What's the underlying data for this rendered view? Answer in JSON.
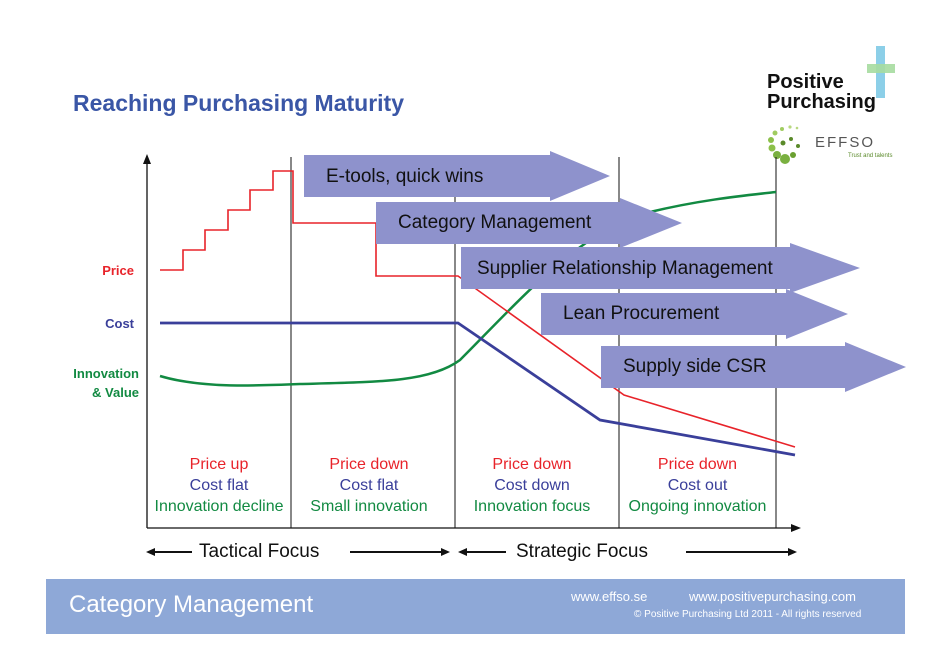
{
  "title": "Reaching Purchasing Maturity",
  "logos": {
    "brand_line1": "Positive",
    "brand_line2": "Purchasing",
    "partner": "EFFSO",
    "partner_tagline": "Trust and talents"
  },
  "y_labels": {
    "price": "Price",
    "cost": "Cost",
    "innovation_line1": "Innovation",
    "innovation_line2": "& Value"
  },
  "initiatives": [
    "E-tools, quick wins",
    "Category Management",
    "Supplier Relationship Management",
    "Lean Procurement",
    "Supply side CSR"
  ],
  "phases": [
    {
      "price": "Price up",
      "cost": "Cost flat",
      "innovation": "Innovation decline"
    },
    {
      "price": "Price down",
      "cost": "Cost flat",
      "innovation": "Small innovation"
    },
    {
      "price": "Price down",
      "cost": "Cost down",
      "innovation": "Innovation focus"
    },
    {
      "price": "Price down",
      "cost": "Cost out",
      "innovation": "Ongoing innovation"
    }
  ],
  "focus": {
    "tactical": "Tactical Focus",
    "strategic": "Strategic Focus"
  },
  "colors": {
    "price": "#e8232a",
    "cost": "#3a3f9a",
    "innovation": "#128a42",
    "arrow_fill": "#8e92cc",
    "footer": "#8ea8d7",
    "title": "#3a56a6"
  },
  "footer": {
    "title": "Category Management",
    "url1": "www.effso.se",
    "url2": "www.positivepurchasing.com",
    "copyright": "©  Positive Purchasing Ltd 2011 - All rights reserved"
  }
}
